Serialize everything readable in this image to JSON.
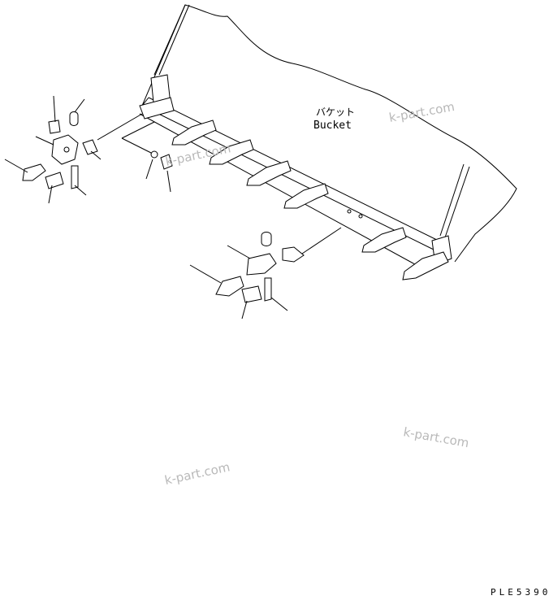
{
  "bucket_label_jp": "バケット",
  "bucket_label_en": "Bucket",
  "watermarks": [
    "k-part.com",
    "k-part.com",
    "k-part.com",
    "k-part.com"
  ],
  "drawing_code": "PLE5390"
}
